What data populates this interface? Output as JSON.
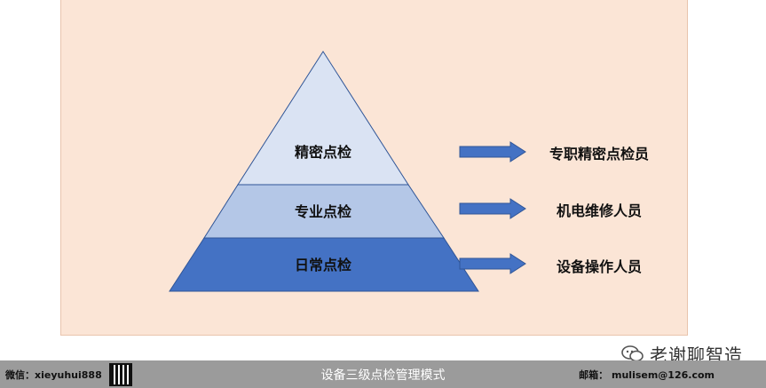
{
  "diagram": {
    "tiers": [
      {
        "label": "精密点检",
        "color": "#dae3f3",
        "role": "专职精密点检员"
      },
      {
        "label": "专业点检",
        "color": "#b4c7e7",
        "role": "机电维修人员"
      },
      {
        "label": "日常点检",
        "color": "#4472c4",
        "role": "设备操作人员"
      }
    ],
    "arrow_color": "#4472c4"
  },
  "brand": {
    "name": "老谢聊智造"
  },
  "footer": {
    "wechat": "微信：xieyuhui888",
    "title": "设备三级点检管理模式",
    "email": "邮箱： mulisem@126.com"
  }
}
